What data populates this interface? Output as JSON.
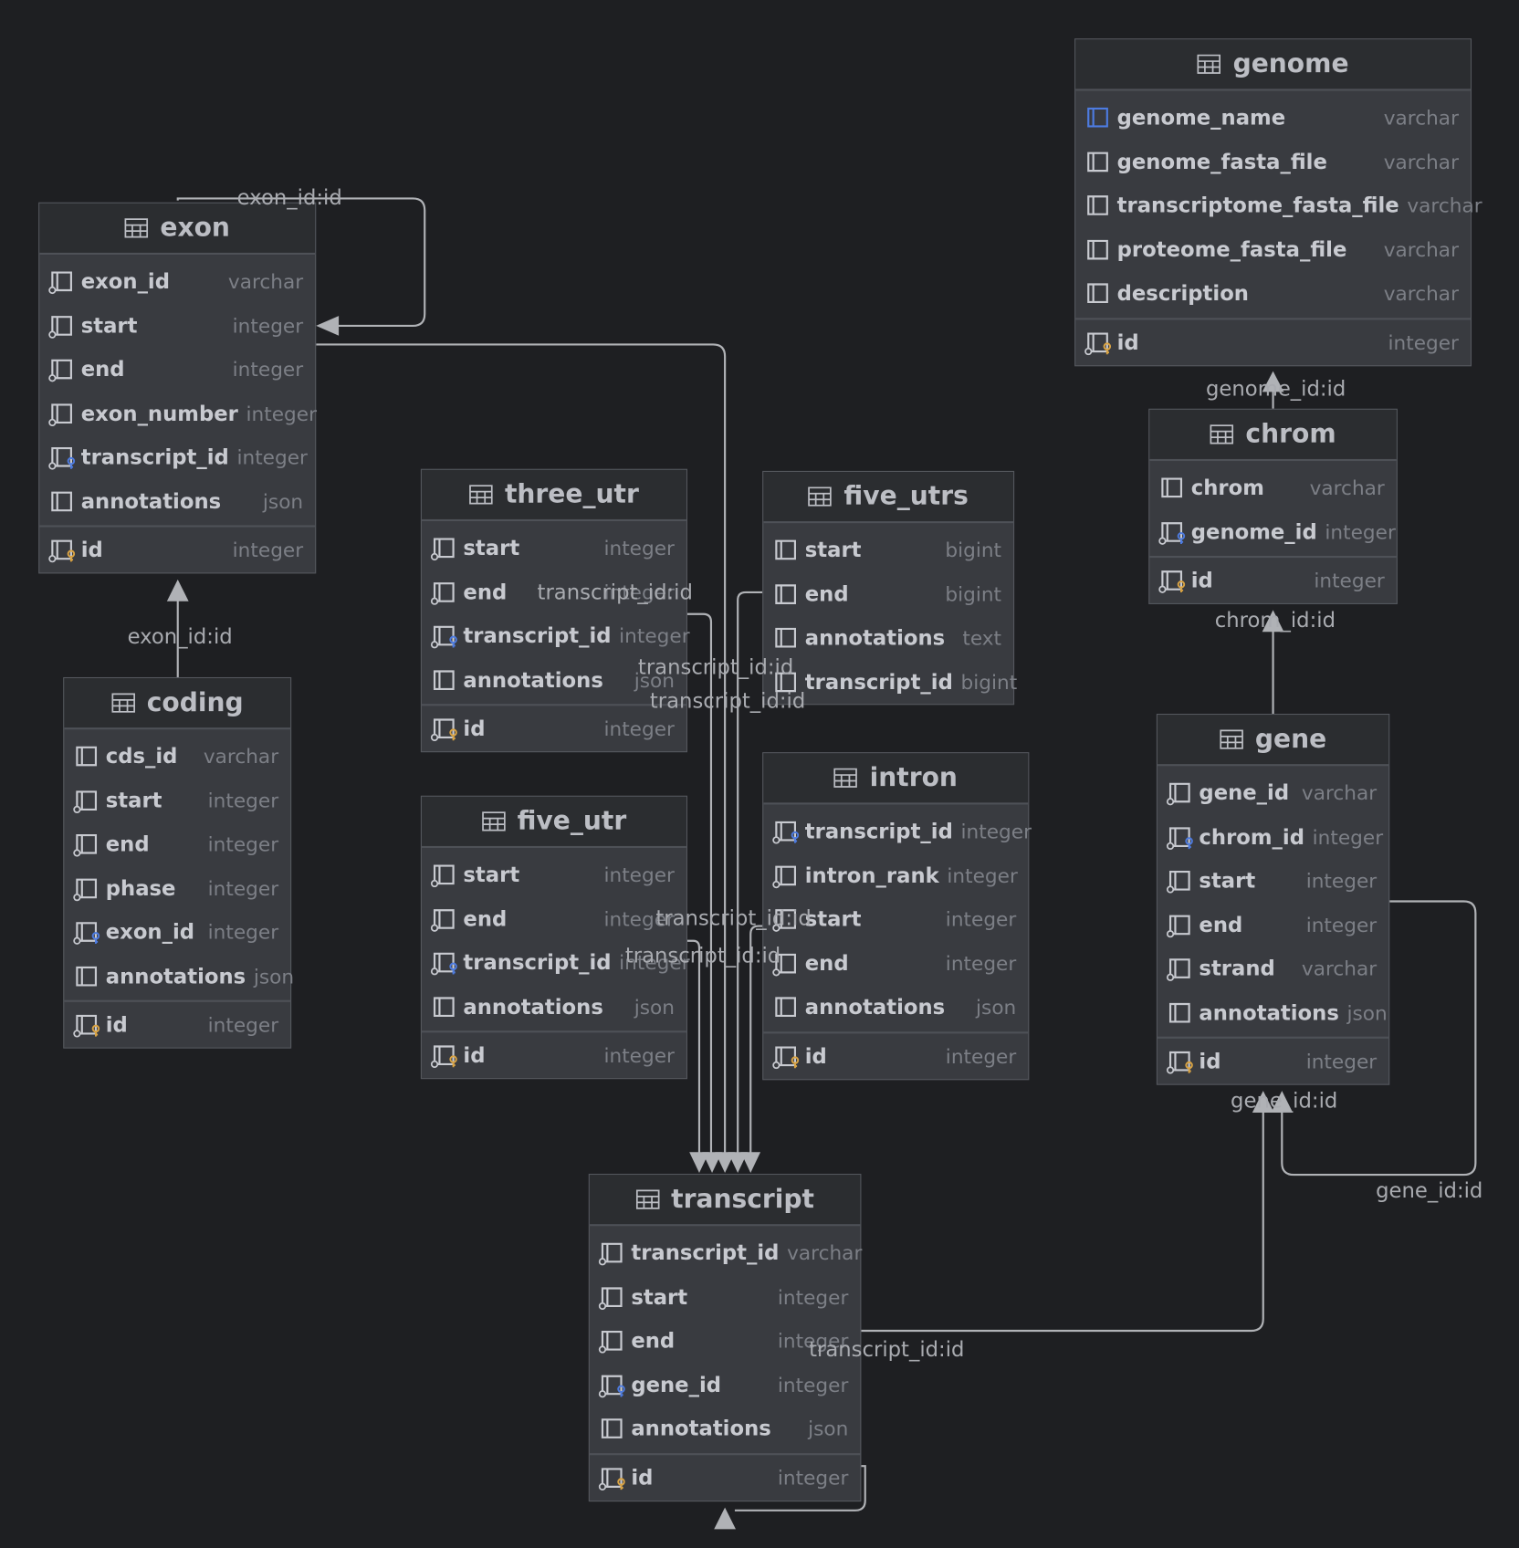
{
  "tables": {
    "genome": {
      "name": "genome",
      "columns": [
        {
          "name": "genome_name",
          "type": "varchar",
          "kind": "unique"
        },
        {
          "name": "genome_fasta_file",
          "type": "varchar",
          "kind": "plain"
        },
        {
          "name": "transcriptome_fasta_file",
          "type": "varchar",
          "kind": "plain"
        },
        {
          "name": "proteome_fasta_file",
          "type": "varchar",
          "kind": "plain"
        },
        {
          "name": "description",
          "type": "varchar",
          "kind": "plain"
        }
      ],
      "pk": {
        "name": "id",
        "type": "integer"
      }
    },
    "exon": {
      "name": "exon",
      "columns": [
        {
          "name": "exon_id",
          "type": "varchar",
          "kind": "nn"
        },
        {
          "name": "start",
          "type": "integer",
          "kind": "nn"
        },
        {
          "name": "end",
          "type": "integer",
          "kind": "nn"
        },
        {
          "name": "exon_number",
          "type": "integer",
          "kind": "nn"
        },
        {
          "name": "transcript_id",
          "type": "integer",
          "kind": "fk"
        },
        {
          "name": "annotations",
          "type": "json",
          "kind": "plain"
        }
      ],
      "pk": {
        "name": "id",
        "type": "integer"
      }
    },
    "chrom": {
      "name": "chrom",
      "columns": [
        {
          "name": "chrom",
          "type": "varchar",
          "kind": "plain"
        },
        {
          "name": "genome_id",
          "type": "integer",
          "kind": "fk"
        }
      ],
      "pk": {
        "name": "id",
        "type": "integer"
      }
    },
    "three_utr": {
      "name": "three_utr",
      "columns": [
        {
          "name": "start",
          "type": "integer",
          "kind": "nn"
        },
        {
          "name": "end",
          "type": "integer",
          "kind": "nn"
        },
        {
          "name": "transcript_id",
          "type": "integer",
          "kind": "fk"
        },
        {
          "name": "annotations",
          "type": "json",
          "kind": "plain"
        }
      ],
      "pk": {
        "name": "id",
        "type": "integer"
      }
    },
    "five_utrs": {
      "name": "five_utrs",
      "columns": [
        {
          "name": "start",
          "type": "bigint",
          "kind": "plain"
        },
        {
          "name": "end",
          "type": "bigint",
          "kind": "plain"
        },
        {
          "name": "annotations",
          "type": "text",
          "kind": "plain"
        },
        {
          "name": "transcript_id",
          "type": "bigint",
          "kind": "plain"
        }
      ],
      "pk": null
    },
    "coding": {
      "name": "coding",
      "columns": [
        {
          "name": "cds_id",
          "type": "varchar",
          "kind": "plain"
        },
        {
          "name": "start",
          "type": "integer",
          "kind": "nn"
        },
        {
          "name": "end",
          "type": "integer",
          "kind": "nn"
        },
        {
          "name": "phase",
          "type": "integer",
          "kind": "nn"
        },
        {
          "name": "exon_id",
          "type": "integer",
          "kind": "fk"
        },
        {
          "name": "annotations",
          "type": "json",
          "kind": "plain"
        }
      ],
      "pk": {
        "name": "id",
        "type": "integer"
      }
    },
    "gene": {
      "name": "gene",
      "columns": [
        {
          "name": "gene_id",
          "type": "varchar",
          "kind": "nn"
        },
        {
          "name": "chrom_id",
          "type": "integer",
          "kind": "fk"
        },
        {
          "name": "start",
          "type": "integer",
          "kind": "nn"
        },
        {
          "name": "end",
          "type": "integer",
          "kind": "nn"
        },
        {
          "name": "strand",
          "type": "varchar",
          "kind": "nn"
        },
        {
          "name": "annotations",
          "type": "json",
          "kind": "plain"
        }
      ],
      "pk": {
        "name": "id",
        "type": "integer"
      }
    },
    "intron": {
      "name": "intron",
      "columns": [
        {
          "name": "transcript_id",
          "type": "integer",
          "kind": "fk"
        },
        {
          "name": "intron_rank",
          "type": "integer",
          "kind": "nn"
        },
        {
          "name": "start",
          "type": "integer",
          "kind": "nn"
        },
        {
          "name": "end",
          "type": "integer",
          "kind": "nn"
        },
        {
          "name": "annotations",
          "type": "json",
          "kind": "plain"
        }
      ],
      "pk": {
        "name": "id",
        "type": "integer"
      }
    },
    "five_utr": {
      "name": "five_utr",
      "columns": [
        {
          "name": "start",
          "type": "integer",
          "kind": "nn"
        },
        {
          "name": "end",
          "type": "integer",
          "kind": "nn"
        },
        {
          "name": "transcript_id",
          "type": "integer",
          "kind": "fk"
        },
        {
          "name": "annotations",
          "type": "json",
          "kind": "plain"
        }
      ],
      "pk": {
        "name": "id",
        "type": "integer"
      }
    },
    "transcript": {
      "name": "transcript",
      "columns": [
        {
          "name": "transcript_id",
          "type": "varchar",
          "kind": "nn"
        },
        {
          "name": "start",
          "type": "integer",
          "kind": "nn"
        },
        {
          "name": "end",
          "type": "integer",
          "kind": "nn"
        },
        {
          "name": "gene_id",
          "type": "integer",
          "kind": "fk"
        },
        {
          "name": "annotations",
          "type": "json",
          "kind": "plain"
        }
      ],
      "pk": {
        "name": "id",
        "type": "integer"
      }
    }
  },
  "relation_labels": {
    "exon_self": "exon_id:id",
    "coding_exon": "exon_id:id",
    "chrom_genome": "genome_id:id",
    "gene_chrom": "chrom_id:id",
    "transcript_gene": "gene_id:id",
    "gene_self": "gene_id:id",
    "three_utr_end": "transcript_id:id",
    "three_utr_a": "transcript_id:id",
    "three_utr_b": "transcript_id:id",
    "five_utr_a": "transcript_id:id",
    "five_utr_b": "transcript_id:id",
    "transcript_self": "transcript_id:id"
  },
  "colors": {
    "background": "#1e1f22",
    "table_body": "#393b40",
    "table_header": "#2b2d30",
    "line": "#b0b2b6",
    "fk_key": "#4d7be0",
    "pk_key": "#d9a343"
  }
}
